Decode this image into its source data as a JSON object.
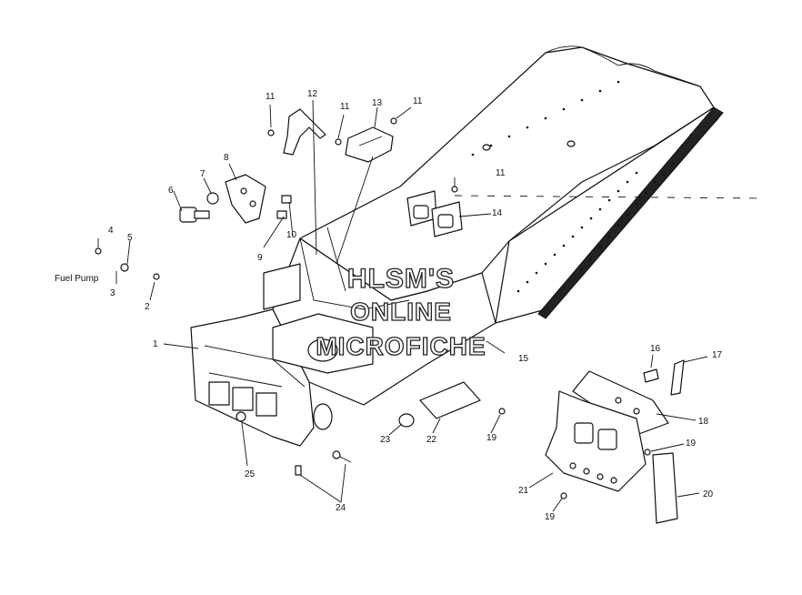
{
  "watermark": {
    "line1": "HLSM'S",
    "line2": "ONLINE",
    "line3": "MICROFICHE"
  },
  "labels": {
    "fuel_pump": "Fuel Pump"
  },
  "callouts": [
    {
      "id": "c1",
      "text": "1"
    },
    {
      "id": "c2",
      "text": "2"
    },
    {
      "id": "c3",
      "text": "3"
    },
    {
      "id": "c4",
      "text": "4"
    },
    {
      "id": "c5",
      "text": "5"
    },
    {
      "id": "c6",
      "text": "6"
    },
    {
      "id": "c7",
      "text": "7"
    },
    {
      "id": "c8",
      "text": "8"
    },
    {
      "id": "c9",
      "text": "9"
    },
    {
      "id": "c10",
      "text": "10"
    },
    {
      "id": "c11a",
      "text": "11"
    },
    {
      "id": "c11b",
      "text": "11"
    },
    {
      "id": "c11c",
      "text": "11"
    },
    {
      "id": "c11d",
      "text": "11"
    },
    {
      "id": "c12",
      "text": "12"
    },
    {
      "id": "c13",
      "text": "13"
    },
    {
      "id": "c14",
      "text": "14"
    },
    {
      "id": "c15",
      "text": "15"
    },
    {
      "id": "c16",
      "text": "16"
    },
    {
      "id": "c17",
      "text": "17"
    },
    {
      "id": "c18",
      "text": "18"
    },
    {
      "id": "c19a",
      "text": "19"
    },
    {
      "id": "c19b",
      "text": "19"
    },
    {
      "id": "c19c",
      "text": "19"
    },
    {
      "id": "c20",
      "text": "20"
    },
    {
      "id": "c21",
      "text": "21"
    },
    {
      "id": "c22",
      "text": "22"
    },
    {
      "id": "c23",
      "text": "23"
    },
    {
      "id": "c24",
      "text": "24"
    },
    {
      "id": "c25",
      "text": "25"
    }
  ]
}
